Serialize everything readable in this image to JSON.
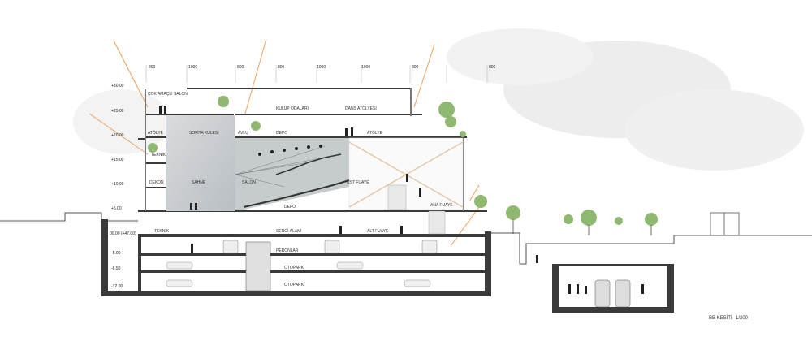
{
  "caption": {
    "title": "BB KESİTİ",
    "scale": "1/200"
  },
  "levels": [
    "+30.00",
    "+25.00",
    "+20.00",
    "+15.00",
    "+10.00",
    "+5.00",
    "00.00 (+47.00)",
    "-5.00",
    "-8.50",
    "-12.00"
  ],
  "dimensions": [
    "800",
    "1000",
    "800",
    "800",
    "1000",
    "1000",
    "800",
    "800"
  ],
  "rooms": {
    "cok_amacli_salon": "ÇOK AMAÇLI SALON",
    "kulup_odalari": "KULÜP ODALARI",
    "dans_atolyesi": "DANS ATÖLYESİ",
    "atolye_left": "ATÖLYE",
    "sofita_kulesi": "SOFİTA KULESİ",
    "avlu": "AVLU",
    "depo_upper": "DEPO",
    "atolye_right": "ATÖLYE",
    "teknik_upper": "TEKNİK",
    "dekor": "DEKOR",
    "sahne": "SAHNE",
    "salon": "SALON",
    "ust_fuaye": "ÜST FUAYE",
    "ana_fuaye": "ANA FUAYE",
    "depo_lower": "DEPO",
    "teknik_lower": "TEKNİK",
    "sergi_alani": "SERGİ ALANI",
    "alt_fuaye": "ALT FUAYE",
    "peronlar": "PERONLAR",
    "otopark_1": "OTOPARK",
    "otopark_2": "OTOPARK"
  },
  "colors": {
    "structure": "#3a3a3a",
    "sun_rays": "#f0a060",
    "greenery": "#8fb870",
    "stage_tower": "#cfd3d6"
  }
}
